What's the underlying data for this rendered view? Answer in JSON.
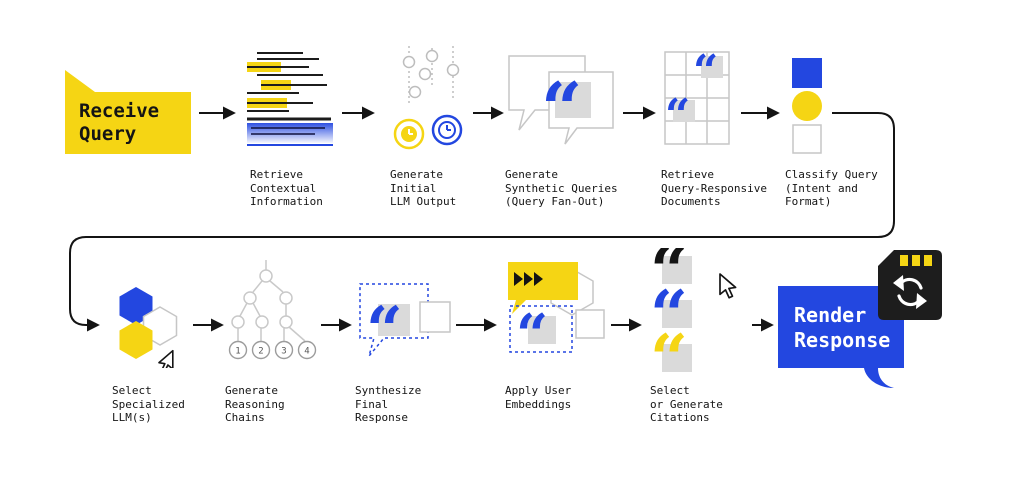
{
  "diagram": {
    "background": "#FFFFFF",
    "colors": {
      "yellow": "#F5D514",
      "blue": "#2347E0",
      "black": "#141414",
      "gray_outline": "#C6C6C6",
      "gray_fill": "#DADADA"
    }
  },
  "flow": {
    "start": {
      "label": "Receive\nQuery"
    },
    "row1": [
      {
        "id": "retrieve-contextual-information",
        "label": "Retrieve\nContextual\nInformation"
      },
      {
        "id": "generate-initial-llm-output",
        "label": "Generate\nInitial\nLLM Output"
      },
      {
        "id": "generate-synthetic-queries",
        "label": "Generate\nSynthetic Queries\n(Query Fan-Out)"
      },
      {
        "id": "retrieve-query-responsive-documents",
        "label": "Retrieve\nQuery-Responsive\nDocuments"
      },
      {
        "id": "classify-query",
        "label": "Classify Query\n(Intent and\nFormat)"
      }
    ],
    "row2": [
      {
        "id": "select-specialized-llms",
        "label": "Select\nSpecialized\nLLM(s)"
      },
      {
        "id": "generate-reasoning-chains",
        "label": "Generate\nReasoning\nChains"
      },
      {
        "id": "synthesize-final-response",
        "label": "Synthesize\nFinal\nResponse"
      },
      {
        "id": "apply-user-embeddings",
        "label": "Apply User\nEmbeddings"
      },
      {
        "id": "select-or-generate-citations",
        "label": "Select\nor Generate\nCitations"
      }
    ],
    "end": {
      "label": "Render\nResponse"
    }
  },
  "icons": {
    "quote_glyph": "“",
    "reasoning_numbers": [
      "1",
      "2",
      "3",
      "4"
    ]
  }
}
